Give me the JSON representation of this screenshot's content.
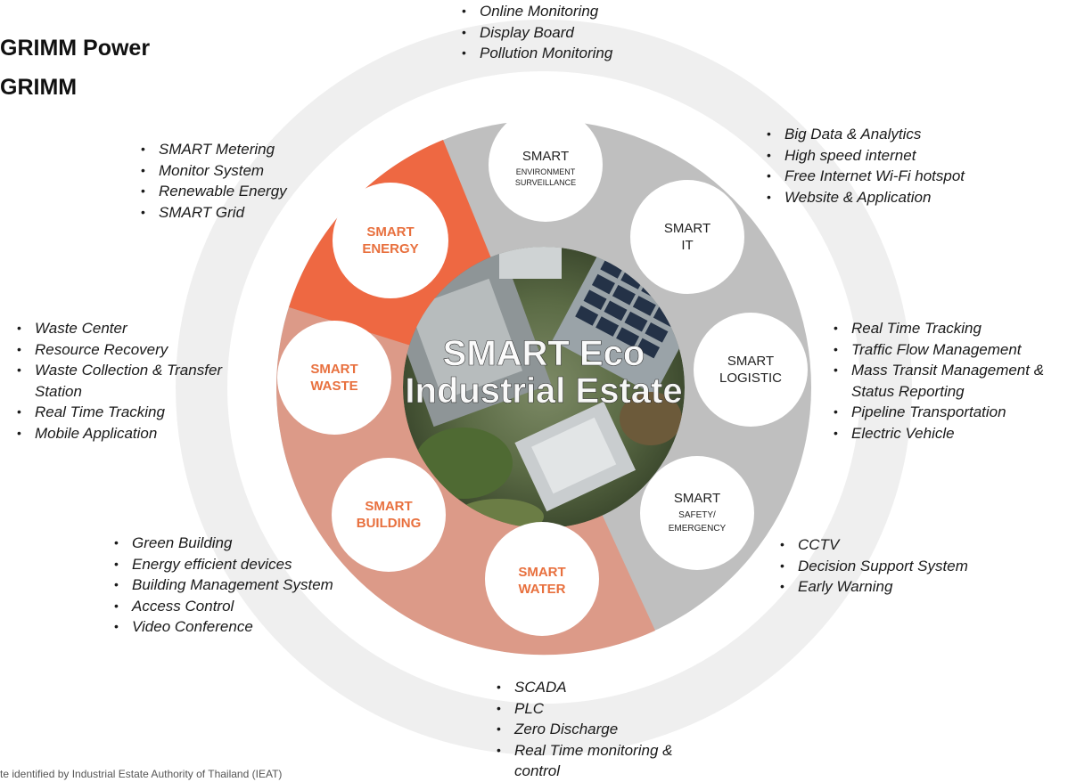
{
  "header": {
    "line1": "GRIMM Power",
    "line2": "GRIMM"
  },
  "center": {
    "line1": "SMART Eco",
    "line2": "Industrial Estate"
  },
  "modules": [
    {
      "id": "energy",
      "line1": "SMART",
      "line2": "ENERGY",
      "sub": "",
      "color": "#e8703e"
    },
    {
      "id": "waste",
      "line1": "SMART",
      "line2": "WASTE",
      "sub": "",
      "color": "#e8703e"
    },
    {
      "id": "building",
      "line1": "SMART",
      "line2": "BUILDING",
      "sub": "",
      "color": "#e8703e"
    },
    {
      "id": "water",
      "line1": "SMART",
      "line2": "WATER",
      "sub": "",
      "color": "#e8703e"
    },
    {
      "id": "env",
      "line1": "SMART",
      "line2": "ENVIRONMENT",
      "sub": "SURVEILLANCE",
      "color": "#222222"
    },
    {
      "id": "it",
      "line1": "SMART",
      "line2": "IT",
      "sub": "",
      "color": "#222222"
    },
    {
      "id": "logistic",
      "line1": "SMART",
      "line2": "LOGISTIC",
      "sub": "",
      "color": "#222222"
    },
    {
      "id": "safety",
      "line1": "SMART",
      "line2": "SAFETY/",
      "sub": "EMERGENCY",
      "color": "#222222"
    }
  ],
  "lists": {
    "env": [
      "Online Monitoring",
      "Display Board",
      "Pollution Monitoring"
    ],
    "energy": [
      "SMART Metering",
      "Monitor System",
      "Renewable Energy",
      "SMART Grid"
    ],
    "it": [
      "Big Data & Analytics",
      "High speed internet",
      "Free Internet Wi-Fi hotspot",
      "Website & Application"
    ],
    "waste": [
      "Waste Center",
      "Resource Recovery",
      "Waste Collection & Transfer Station",
      "Real Time Tracking",
      "Mobile Application"
    ],
    "logistic": [
      "Real Time Tracking",
      "Traffic Flow Management",
      "Mass Transit Management & Status Reporting",
      "Pipeline Transportation",
      "Electric Vehicle"
    ],
    "safety": [
      "CCTV",
      "Decision Support System",
      "Early Warning"
    ],
    "building": [
      "Green Building",
      "Energy efficient devices",
      "Building Management System",
      "Access Control",
      "Video Conference"
    ],
    "water": [
      "SCADA",
      "PLC",
      "Zero Discharge",
      "Real Time monitoring & control"
    ]
  },
  "footnote": "te identified by Industrial Estate Authority of Thailand (IEAT)",
  "colors": {
    "outer_ring": "#efefef",
    "gray_sector": "#bfbfbf",
    "orange_sector": "#ee6842",
    "salmon_sector": "#dc9a88",
    "orange_text": "#e8703e"
  }
}
